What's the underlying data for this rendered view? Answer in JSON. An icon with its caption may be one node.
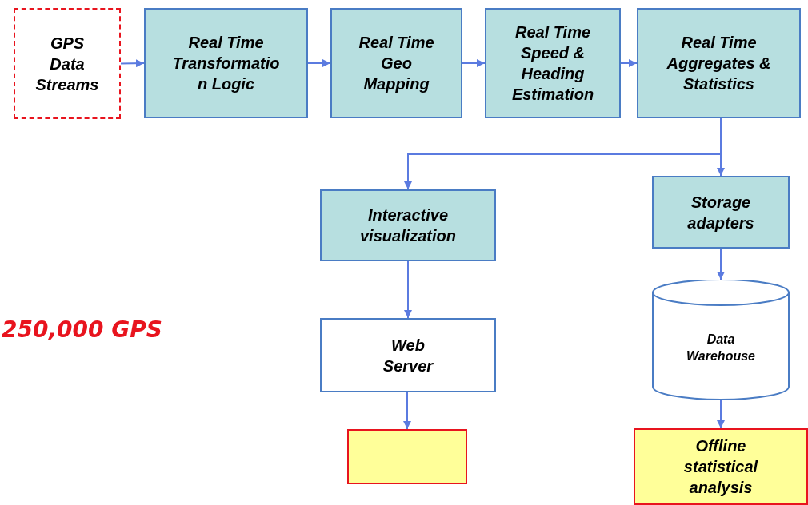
{
  "diagram": {
    "nodes": [
      {
        "text": [
          "GPS Data Streams"
        ]
      },
      {
        "text": [
          "Real Time Transformation Logic"
        ]
      },
      {
        "text": [
          "Real Time Geo Mapping"
        ]
      },
      {
        "text": [
          "Real Time Speed & Heading Estimation"
        ]
      },
      {
        "text": [
          "Real Time Aggregates & Statistics"
        ]
      },
      {
        "text": [
          "Interactive visualization"
        ]
      },
      {
        "text": [
          "Storage adapters"
        ]
      },
      {
        "text": [
          "Data Warehouse"
        ]
      },
      {
        "text": [
          "Web Server"
        ]
      },
      {
        "text": [],
        "shape": "box"
      },
      {
        "text": [
          "Offline statistical analysis"
        ]
      }
    ],
    "edges": [
      {
        "from": 0,
        "to": 1,
        "arrow": "to"
      },
      {
        "from": 1,
        "to": 2,
        "arrow": "to"
      },
      {
        "from": 2,
        "to": 3,
        "arrow": "to"
      },
      {
        "from": 3,
        "to": 4,
        "arrow": "to"
      },
      {
        "from": 4,
        "to": 5,
        "arrow": "to"
      },
      {
        "from": 4,
        "to": 6,
        "arrow": "to"
      },
      {
        "from": 5,
        "to": 8,
        "arrow": "to"
      },
      {
        "from": 8,
        "to": 9,
        "arrow": "to"
      },
      {
        "from": 6,
        "to": 7,
        "arrow": "to"
      },
      {
        "from": 7,
        "to": 10,
        "arrow": "to"
      }
    ],
    "labels": [
      "250,000 GPS"
    ]
  }
}
